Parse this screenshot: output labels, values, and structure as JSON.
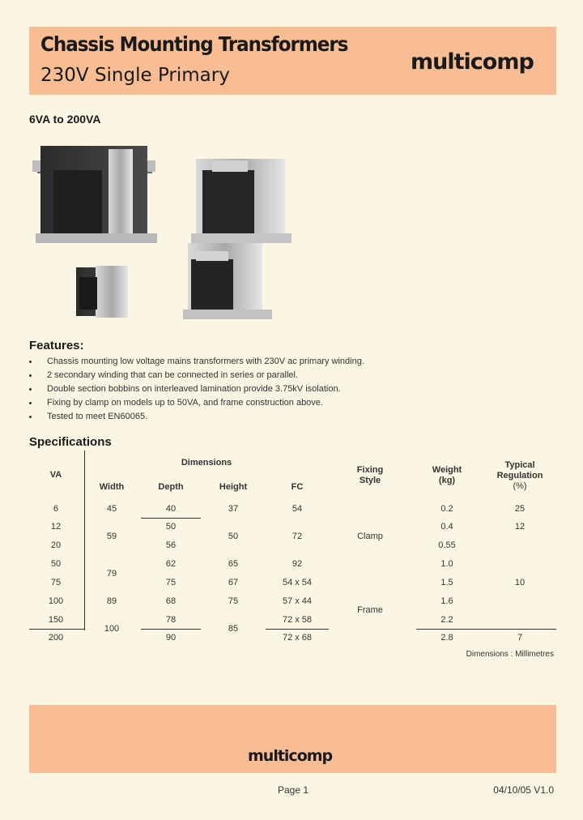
{
  "header": {
    "title": "Chassis Mounting Transformers",
    "subtitle": "230V Single Primary",
    "logo_text": "multicomp"
  },
  "range_heading": "6VA to 200VA",
  "features": {
    "heading": "Features:",
    "items": [
      "Chassis mounting low voltage mains transformers with 230V ac primary winding.",
      "2 secondary winding that can be connected in series or parallel.",
      "Double section bobbins on interleaved lamination provide 3.75kV isolation.",
      "Fixing by clamp on models up to 50VA, and frame construction above.",
      "Tested to meet EN60065."
    ]
  },
  "specifications": {
    "heading": "Specifications",
    "headers": {
      "va": "VA",
      "dimensions": "Dimensions",
      "width": "Width",
      "depth": "Depth",
      "height": "Height",
      "fc": "FC",
      "fixing_1": "Fixing",
      "fixing_2": "Style",
      "weight_1": "Weight",
      "weight_2": "(kg)",
      "reg_1": "Typical",
      "reg_2": "Regulation",
      "reg_3": "(%)"
    },
    "va": [
      "6",
      "12",
      "20",
      "50",
      "75",
      "100",
      "150",
      "200"
    ],
    "width": [
      "45",
      "59",
      "79",
      "89",
      "100"
    ],
    "depth": [
      "40",
      "50",
      "56",
      "62",
      "75",
      "68",
      "78",
      "90"
    ],
    "height": [
      "37",
      "50",
      "65",
      "67",
      "75",
      "85"
    ],
    "fc": [
      "54",
      "72",
      "92",
      "54 x 54",
      "57 x 44",
      "72 x 58",
      "72 x 68"
    ],
    "fixing": [
      "Clamp",
      "Frame"
    ],
    "weight": [
      "0.2",
      "0.4",
      "0.55",
      "1.0",
      "1.5",
      "1.6",
      "2.2",
      "2.8"
    ],
    "regulation": [
      "25",
      "12",
      "10",
      "7"
    ],
    "units_note": "Dimensions : Millimetres"
  },
  "footer": {
    "logo_text": "multicomp",
    "page": "Page 1",
    "version": "04/10/05  V1.0"
  },
  "colors": {
    "band": "#f9bd93",
    "page": "#fbf6e3"
  }
}
